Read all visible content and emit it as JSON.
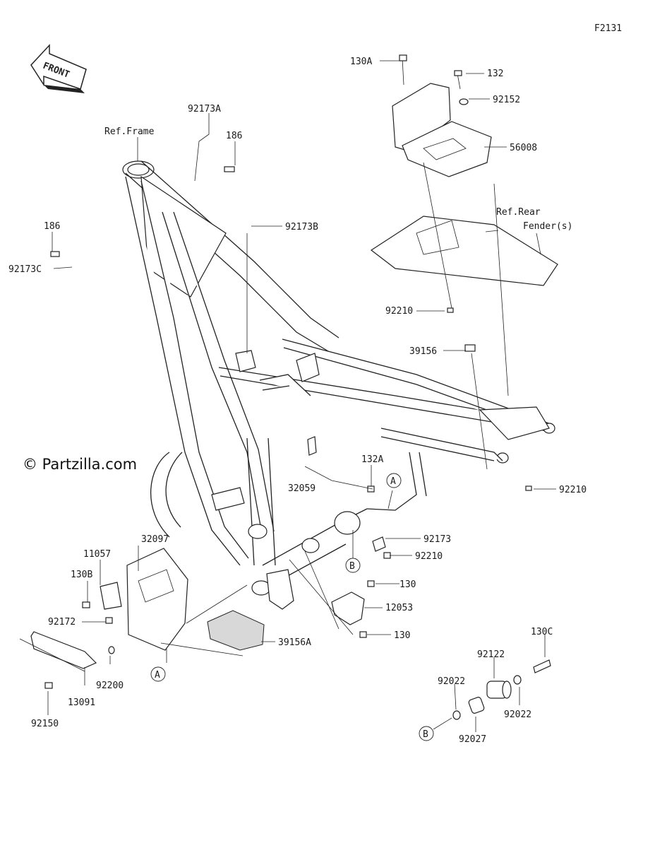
{
  "diagram_id": "F2131",
  "watermark": "© Partzilla.com",
  "front_label": "FRONT",
  "refs": {
    "frame": "Ref.Frame",
    "rear_fender_line1": "Ref.Rear",
    "rear_fender_line2": "Fender(s)"
  },
  "callouts": {
    "A": "A",
    "B": "B"
  },
  "parts": {
    "p130A": "130A",
    "p132": "132",
    "p92152": "92152",
    "p56008": "56008",
    "p92173A": "92173A",
    "p186_top": "186",
    "p92173B": "92173B",
    "p186_left": "186",
    "p92173C": "92173C",
    "p92210_top": "92210",
    "p39156": "39156",
    "p132A": "132A",
    "p32059": "32059",
    "p92210_right": "92210",
    "p92173": "92173",
    "p92210_mid": "92210",
    "p32097": "32097",
    "p11057": "11057",
    "p130B": "130B",
    "p92172": "92172",
    "p130_a": "130",
    "p12053": "12053",
    "p130_b": "130",
    "p39156A": "39156A",
    "p92200": "92200",
    "p13091": "13091",
    "p92150": "92150",
    "p130C": "130C",
    "p92122": "92122",
    "p92022_left": "92022",
    "p92022_right": "92022",
    "p92027": "92027"
  }
}
